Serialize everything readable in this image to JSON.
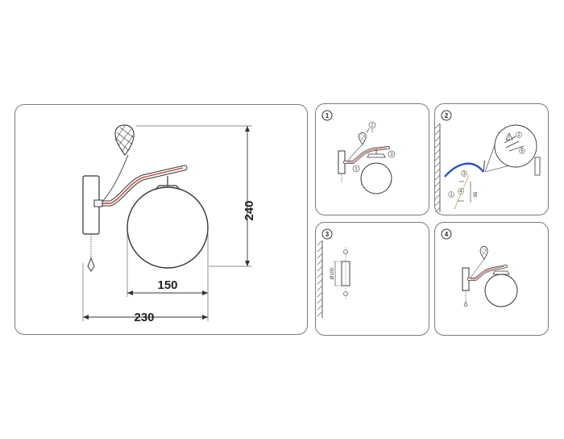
{
  "main": {
    "width": "230",
    "globe_width": "150",
    "height": "240"
  },
  "steps": [
    {
      "number": "1",
      "callouts": [
        "1",
        "2",
        "3"
      ]
    },
    {
      "number": "2",
      "callouts": [
        "1",
        "2",
        "3",
        "4",
        "5"
      ],
      "dimension": "95"
    },
    {
      "number": "3",
      "dimension": "Ø100"
    },
    {
      "number": "4"
    }
  ],
  "colors": {
    "outline": "#333333",
    "accent_stripe": "#c0392b",
    "cable": "#1f4fd1",
    "panel_border": "#7a7a7a"
  }
}
